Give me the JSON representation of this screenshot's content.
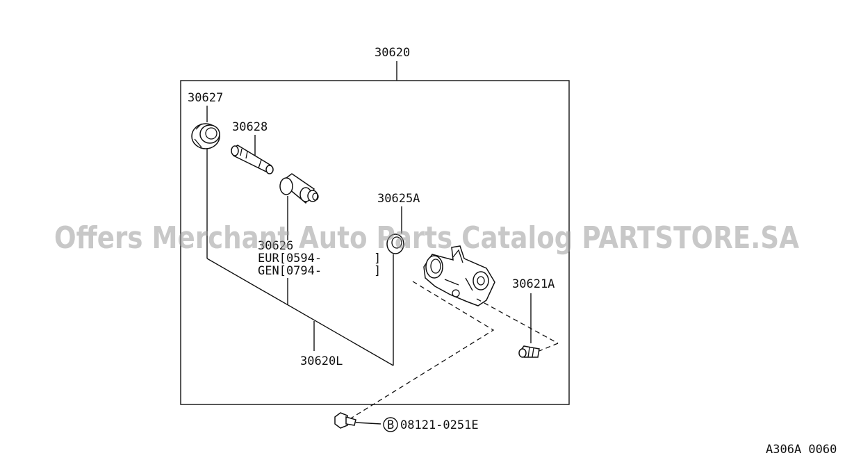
{
  "diagram": {
    "assembly_label": "30620",
    "labels": {
      "p30627": "30627",
      "p30628": "30628",
      "p30626": "30626",
      "p30626_eur": "EUR[0594-",
      "p30626_gen": "GEN[0794-",
      "p30626_bracket": "]",
      "p30625a": "30625A",
      "p30621a": "30621A",
      "p30620l": "30620L",
      "bolt_marker": "B",
      "bolt_code": "08121-0251E"
    },
    "figure_code": "A306A 0060"
  },
  "watermark": "Offers Merchant Auto Parts Catalog PARTSTORE.SA"
}
